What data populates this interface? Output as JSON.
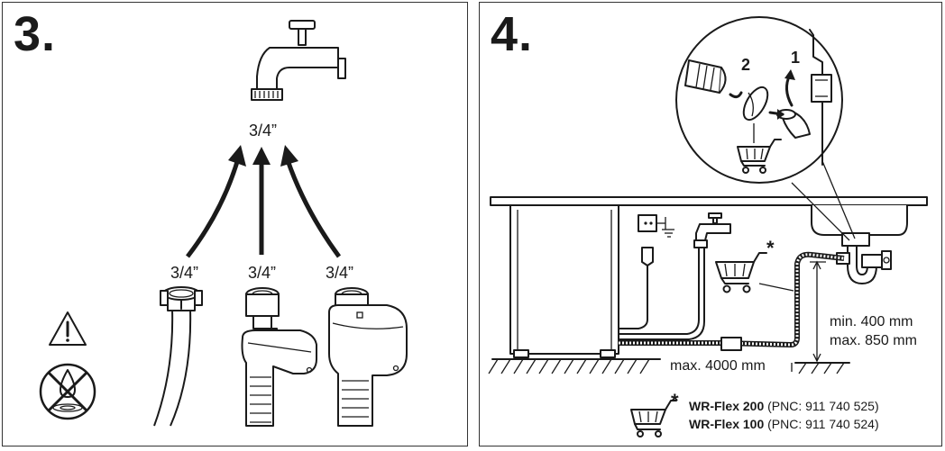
{
  "panel3": {
    "step_number": "3.",
    "tap_size_label": "3/4”",
    "hose_labels": [
      "3/4”",
      "3/4”",
      "3/4”"
    ],
    "icons": [
      "tap-icon",
      "warning-triangle-icon",
      "no-water-on-floor-icon"
    ]
  },
  "panel4": {
    "step_number": "4.",
    "detail_steps": [
      "2",
      "1"
    ],
    "asterisk": "*",
    "height_min": "min. 400 mm",
    "height_max": "max. 850 mm",
    "length_max": "max. 4000 mm",
    "accessories": [
      {
        "name": "WR-Flex 200",
        "pnc": "(PNC: 911 740 525)"
      },
      {
        "name": "WR-Flex 100",
        "pnc": "(PNC: 911 740 524)"
      }
    ],
    "footnote_asterisk": "*",
    "icons": [
      "shopping-cart-icon",
      "electrical-socket-icon",
      "tap-icon",
      "magnifier-detail-icon"
    ]
  },
  "colors": {
    "line": "#1a1a1a",
    "background": "#ffffff",
    "shade": "#d9d9d9"
  }
}
